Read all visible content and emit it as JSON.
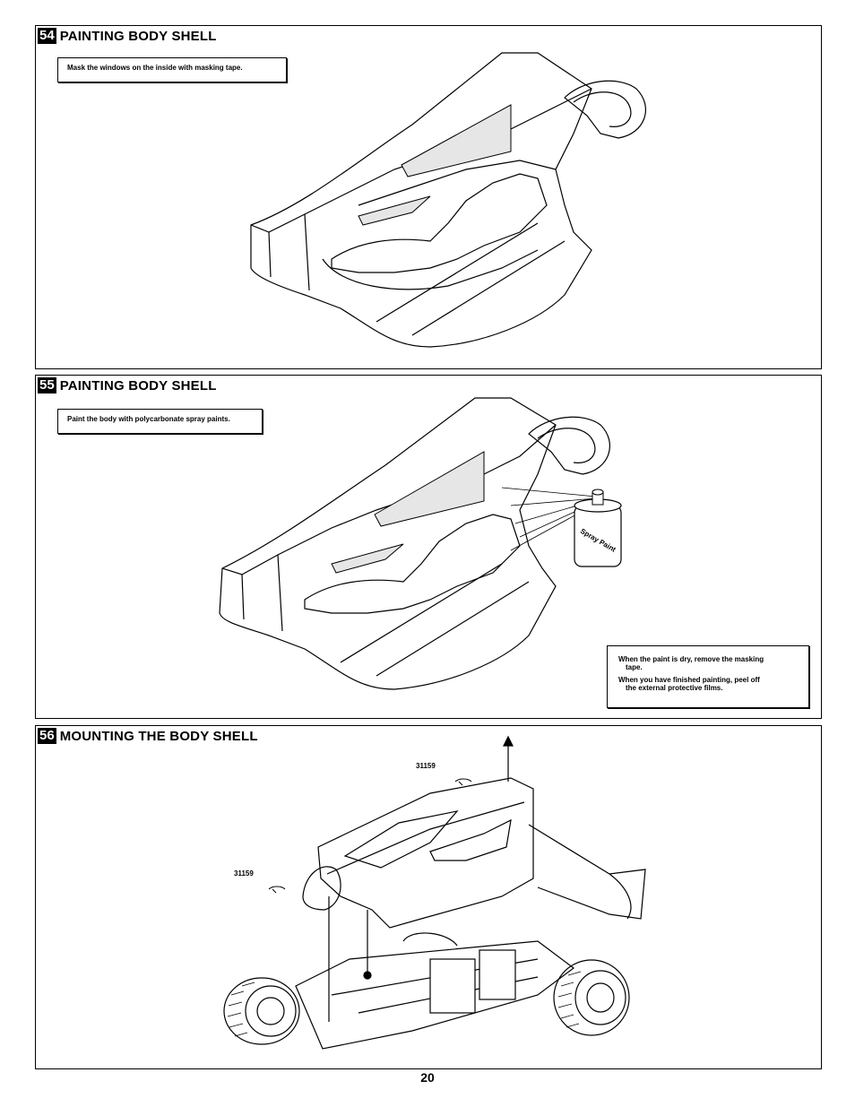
{
  "steps": [
    {
      "number": "54",
      "title": "PAINTING BODY SHELL",
      "notes": [
        "Mask the windows on the inside with masking tape."
      ]
    },
    {
      "number": "55",
      "title": "PAINTING BODY SHELL",
      "notes": [
        "Paint the body with polycarbonate spray paints."
      ],
      "spray_label": "Spray Paint",
      "notes2": [
        "When the paint is dry, remove the masking",
        "tape.",
        "When you have finished painting, peel off",
        "the external protective films."
      ]
    },
    {
      "number": "56",
      "title": "MOUNTING THE BODY SHELL",
      "callouts": [
        "31159",
        "31159"
      ]
    }
  ],
  "page_number": "20"
}
